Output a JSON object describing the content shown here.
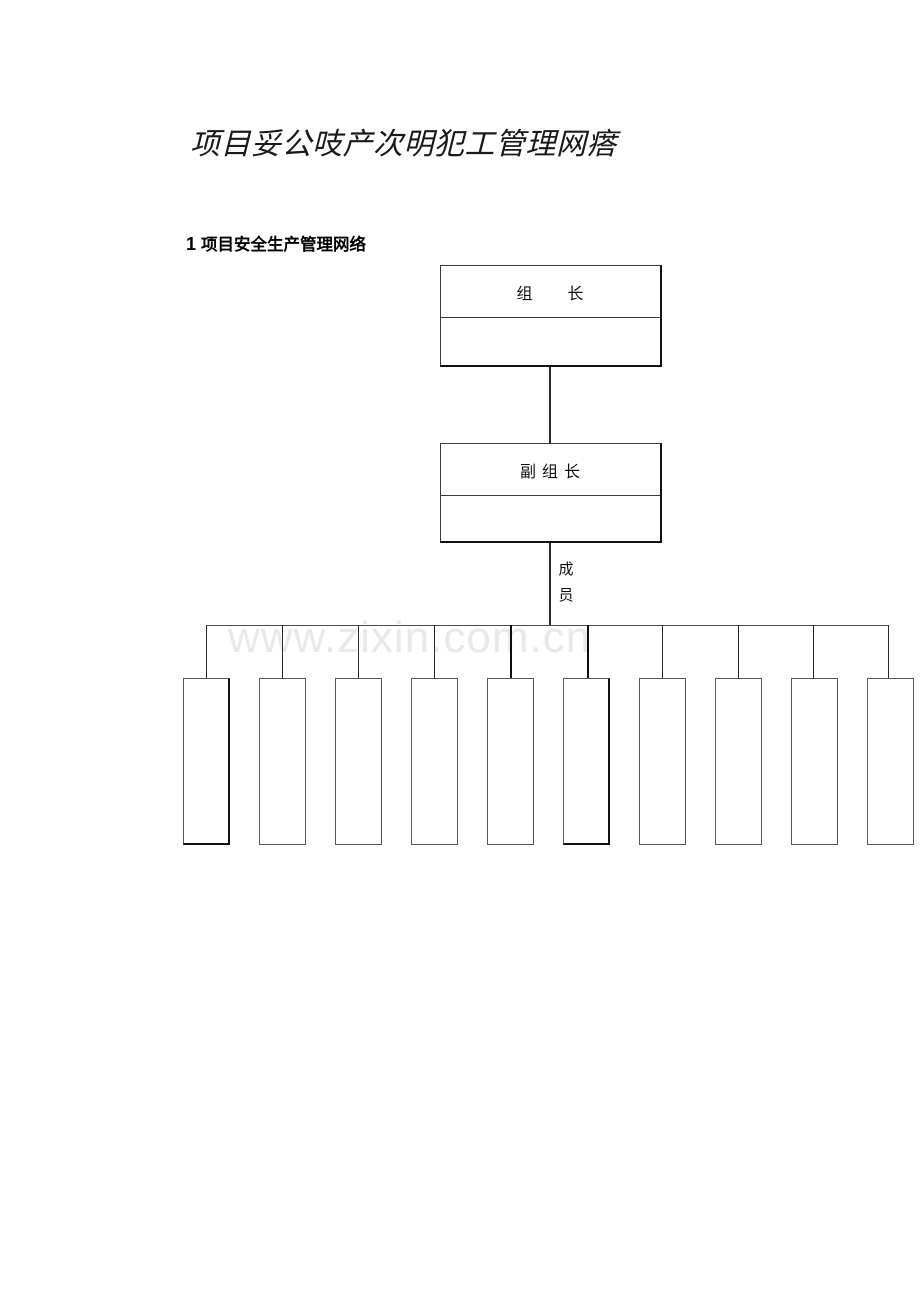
{
  "document": {
    "title": "项目妥公吱产次明犯工管理网瘩",
    "watermark": "www.zixin.com.cn"
  },
  "section": {
    "number": "1",
    "heading": "项目安全生产管理网络"
  },
  "org_chart": {
    "nodes": [
      {
        "id": "leader",
        "label": "组　　长",
        "level": 1
      },
      {
        "id": "deputy-leader",
        "label": "副 组 长",
        "level": 2
      }
    ],
    "members_label": "成\n员",
    "member_boxes": [
      {
        "id": "member-1",
        "label": ""
      },
      {
        "id": "member-2",
        "label": ""
      },
      {
        "id": "member-3",
        "label": ""
      },
      {
        "id": "member-4",
        "label": ""
      },
      {
        "id": "member-5",
        "label": ""
      },
      {
        "id": "member-6",
        "label": ""
      },
      {
        "id": "member-7",
        "label": ""
      },
      {
        "id": "member-8",
        "label": ""
      },
      {
        "id": "member-9",
        "label": ""
      },
      {
        "id": "member-10",
        "label": ""
      }
    ]
  },
  "colors": {
    "page_background": "#ffffff",
    "text": "#000000",
    "box_border": "#3a3a3a",
    "box_border_heavy": "#111111",
    "leaf_border": "#585858",
    "connector": "#2b2b2b",
    "watermark": "#e9e9e9"
  }
}
